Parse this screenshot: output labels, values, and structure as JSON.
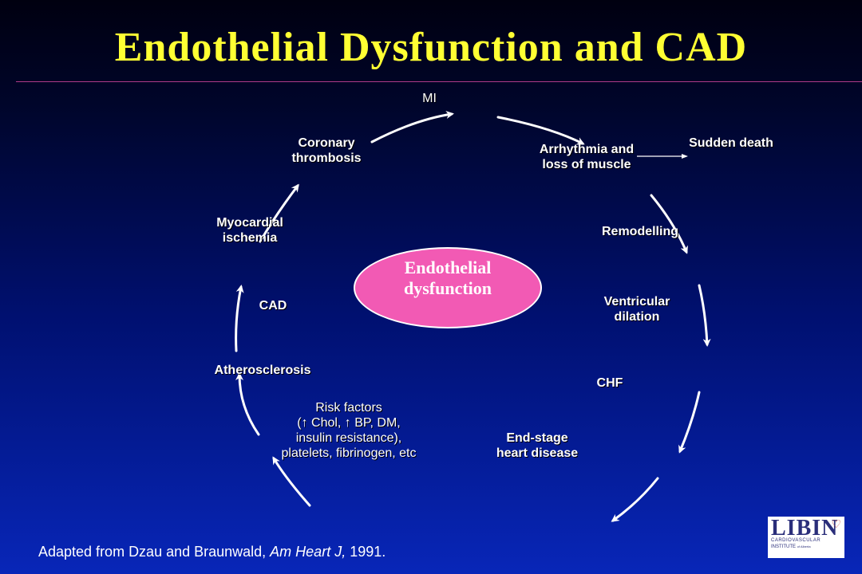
{
  "title": "Endothelial Dysfunction and CAD",
  "center": {
    "line1": "Endothelial",
    "line2": "dysfunction"
  },
  "nodes": {
    "mi": "MI",
    "arrhythmia": [
      "Arrhythmia and",
      "loss of muscle"
    ],
    "sudden_death": "Sudden death",
    "remodelling": "Remodelling",
    "ventricular": [
      "Ventricular",
      "dilation"
    ],
    "chf": "CHF",
    "end_stage": [
      "End-stage",
      "heart disease"
    ],
    "risk_factors": [
      "Risk factors",
      "(↑ Chol, ↑ BP, DM,",
      "insulin resistance),",
      "platelets, fibrinogen, etc"
    ],
    "atherosclerosis": "Atherosclerosis",
    "cad": "CAD",
    "ischemia": [
      "Myocardial",
      "ischemia"
    ],
    "thrombosis": [
      "Coronary",
      "thrombosis"
    ]
  },
  "footer": {
    "prefix": "Adapted from Dzau and Braunwald, ",
    "journal": "Am Heart J,",
    "year": " 1991."
  },
  "logo": {
    "name": "LIBIN",
    "line1": "CARDIOVASCULAR",
    "line2": "INSTITUTE",
    "line3": "of Alberta"
  },
  "colors": {
    "title": "#ffff33",
    "ellipse": "#f25ab4",
    "text": "#ffffff"
  }
}
